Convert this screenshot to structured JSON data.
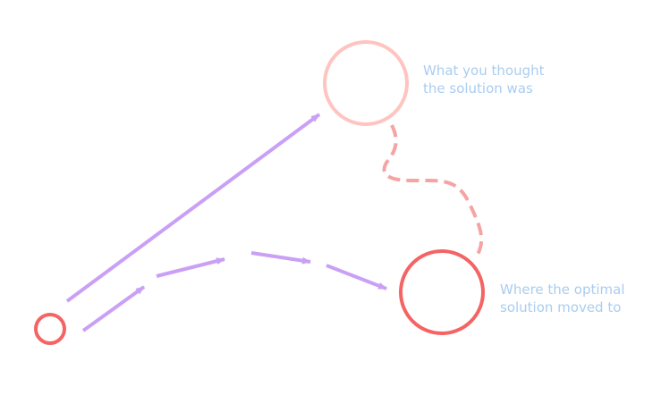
{
  "labels": {
    "thought": {
      "line1": "What you thought",
      "line2": "the solution was"
    },
    "moved": {
      "line1": "Where the optimal",
      "line2": "solution moved to"
    }
  },
  "colors": {
    "start": "#f46464",
    "thought": "#ffc4c0",
    "optimal": "#f46464",
    "drift": "#f5a3a3",
    "path": "#c9a0f5",
    "label": "#a9cdf0"
  }
}
